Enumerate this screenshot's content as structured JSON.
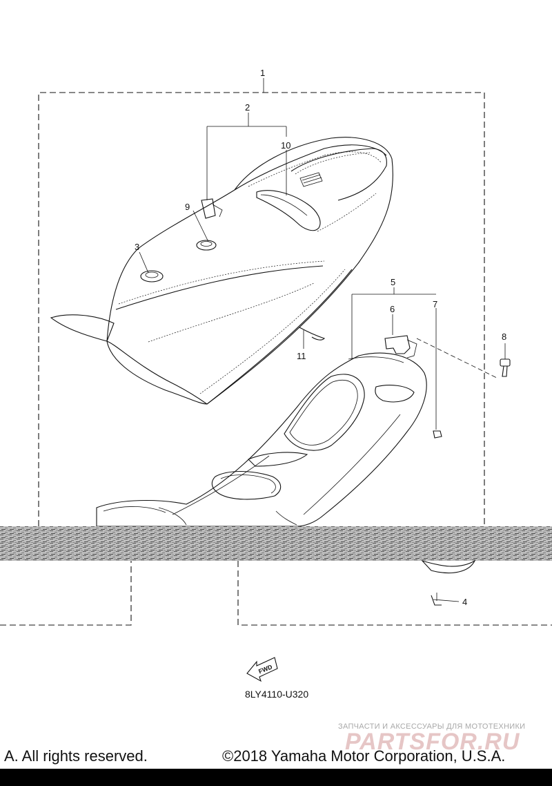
{
  "callouts": {
    "c1": "1",
    "c2": "2",
    "c3": "3",
    "c4": "4",
    "c5": "5",
    "c6": "6",
    "c7": "7",
    "c8": "8",
    "c9": "9",
    "c10": "10",
    "c11": "11"
  },
  "fwd_label": "FWD",
  "diagram_code": "8LY4110-U320",
  "watermark": {
    "tagline": "ЗАПЧАСТИ И АКСЕССУАРЫ ДЛЯ МОТОТЕХНИКИ",
    "brand": "PARTSFOR.RU"
  },
  "footer": {
    "rights": "A. All rights reserved.",
    "copyright": "©2018 Yamaha Motor Corporation, U.S.A."
  },
  "colors": {
    "line": "#111111",
    "background": "#ffffff",
    "watermark_brand": "#e6c6c6",
    "watermark_tagline": "#a8a8a8",
    "footer_bar": "#000000"
  }
}
